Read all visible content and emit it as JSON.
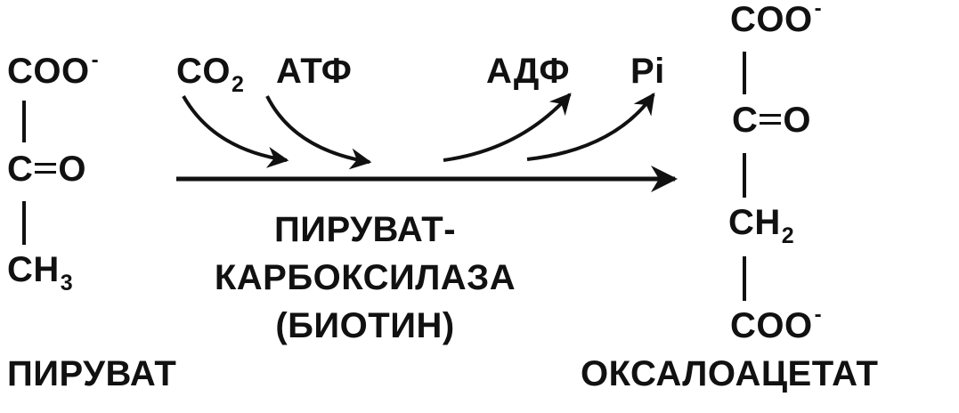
{
  "pyruvate": {
    "carboxyl": "COO",
    "charge": "-",
    "carbonyl_c": "C",
    "carbonyl_o": "O",
    "methyl": "CH",
    "methyl_sub": "3",
    "name": "ПИРУВАТ"
  },
  "reaction": {
    "input_1": "CO",
    "input_1_sub": "2",
    "input_2": "АТФ",
    "output_1": "АДФ",
    "output_2": "Pi",
    "enzyme_line_1": "ПИРУВАТ-",
    "enzyme_line_2": "КАРБОКСИЛАЗА",
    "cofactor": "(БИОТИН)"
  },
  "oxaloacetate": {
    "carboxyl_top": "COO",
    "charge_top": "-",
    "carbonyl_c": "C",
    "carbonyl_o": "O",
    "methylene": "CH",
    "methylene_sub": "2",
    "carboxyl_bottom": "COO",
    "charge_bottom": "-",
    "name": "ОКСАЛОАЦЕТАТ"
  },
  "colors": {
    "ink": "#111111",
    "background": "#ffffff"
  }
}
